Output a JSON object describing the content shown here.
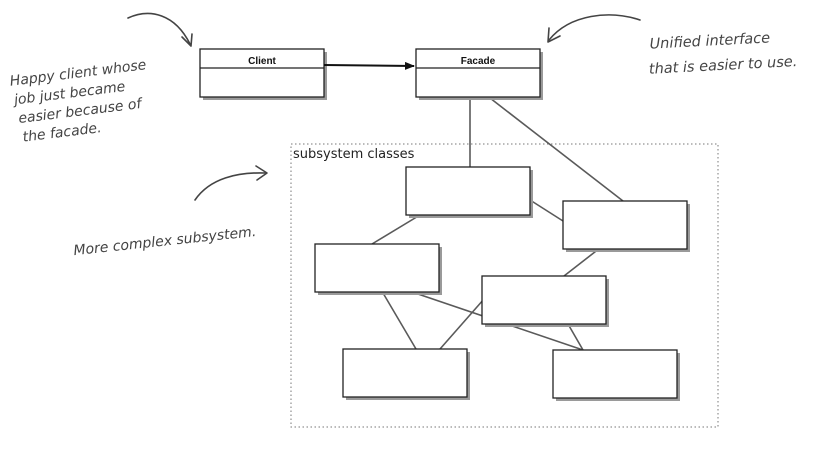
{
  "classes": {
    "client": "Client",
    "facade": "Facade"
  },
  "subsystem_label": "subsystem classes",
  "notes": {
    "client_note": [
      "Happy client whose",
      "job just became",
      "easier because of",
      "the facade."
    ],
    "facade_note": [
      "Unified interface",
      "that is easier to use."
    ],
    "subsystem_note": "More complex subsystem."
  }
}
